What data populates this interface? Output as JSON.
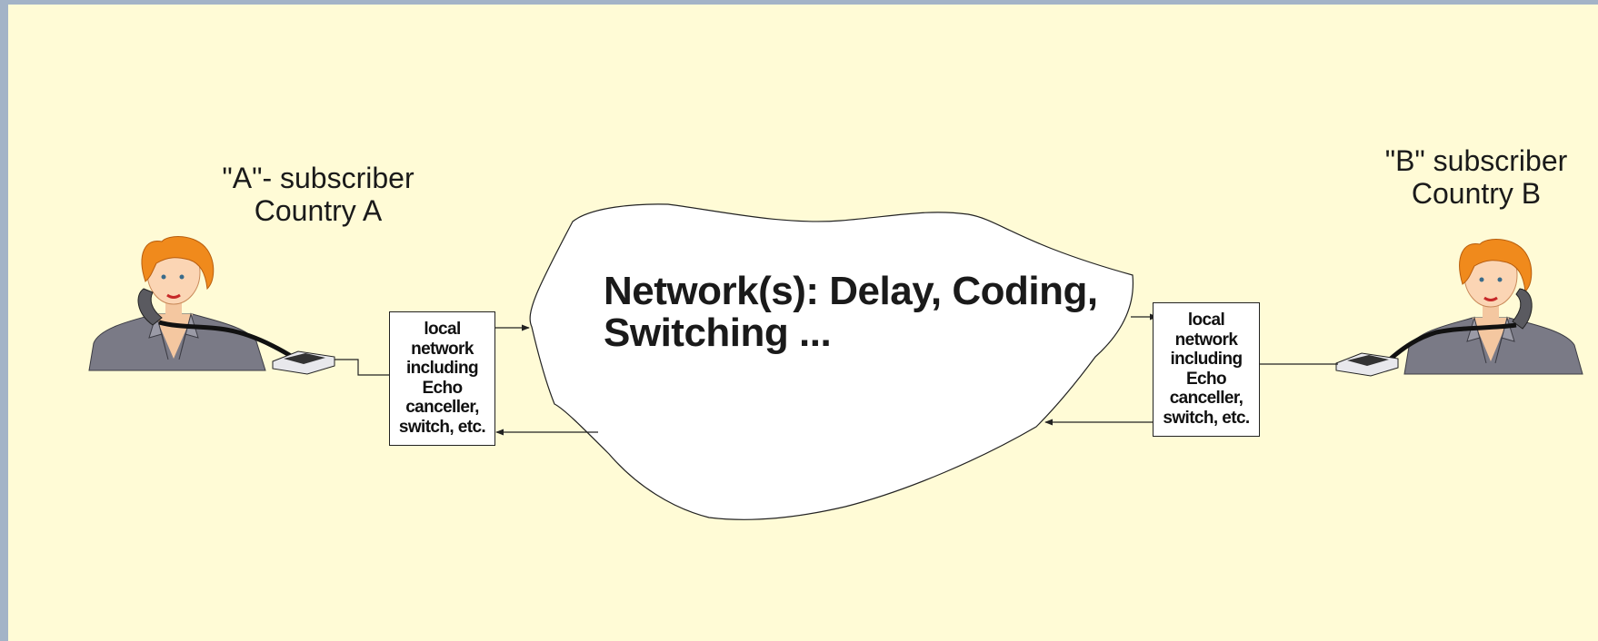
{
  "subscriber_a": {
    "line1": "\"A\"- subscriber",
    "line2": "Country A"
  },
  "subscriber_b": {
    "line1": "\"B\" subscriber",
    "line2": "Country B"
  },
  "network": {
    "line1": "Network(s): Delay, Coding,",
    "line2": "Switching ..."
  },
  "local_network_a": [
    "local",
    "network",
    "including",
    "Echo",
    "canceller,",
    "switch, etc."
  ],
  "local_network_b": [
    "local",
    "network",
    "including",
    "Echo",
    "canceller,",
    "switch, etc."
  ],
  "colors": {
    "background": "#fffbd6",
    "frame": "#a3b3c7",
    "hair": "#f08a1c",
    "jacket": "#7a7a86"
  },
  "icons": [
    "person-a-icon",
    "person-b-icon",
    "telephone-a-icon",
    "telephone-b-icon",
    "network-cloud-icon"
  ]
}
